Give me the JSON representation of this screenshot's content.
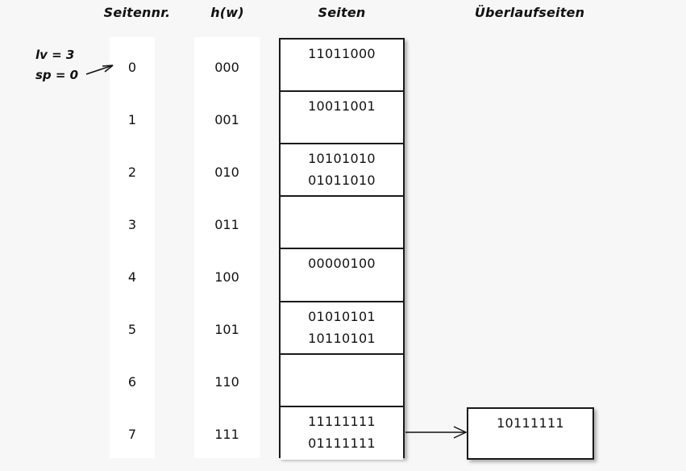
{
  "diagram": {
    "title_columns": {
      "seitennr": "Seitennr.",
      "hw": "h(w)",
      "seiten": "Seiten",
      "ueberlaufseiten": "Überlaufseiten"
    },
    "params": {
      "lv": "lv = 3",
      "sp": "sp = 0"
    },
    "colors": {
      "background": "#f7f7f7",
      "box_border": "#1a1a1a",
      "box_fill": "#ffffff",
      "band_fill": "#ffffff",
      "text": "#111111"
    },
    "rows": [
      {
        "seitennr": "0",
        "hw": "000",
        "page_entries": [
          "11011000"
        ]
      },
      {
        "seitennr": "1",
        "hw": "001",
        "page_entries": [
          "10011001"
        ]
      },
      {
        "seitennr": "2",
        "hw": "010",
        "page_entries": [
          "10101010",
          "01011010"
        ]
      },
      {
        "seitennr": "3",
        "hw": "011",
        "page_entries": []
      },
      {
        "seitennr": "4",
        "hw": "100",
        "page_entries": [
          "00000100"
        ]
      },
      {
        "seitennr": "5",
        "hw": "101",
        "page_entries": [
          "01010101",
          "10110101"
        ]
      },
      {
        "seitennr": "6",
        "hw": "110",
        "page_entries": []
      },
      {
        "seitennr": "7",
        "hw": "111",
        "page_entries": [
          "11111111",
          "01111111"
        ]
      }
    ],
    "overflow_pages": [
      {
        "from_row": "7",
        "entries": [
          "10111111"
        ]
      }
    ]
  }
}
